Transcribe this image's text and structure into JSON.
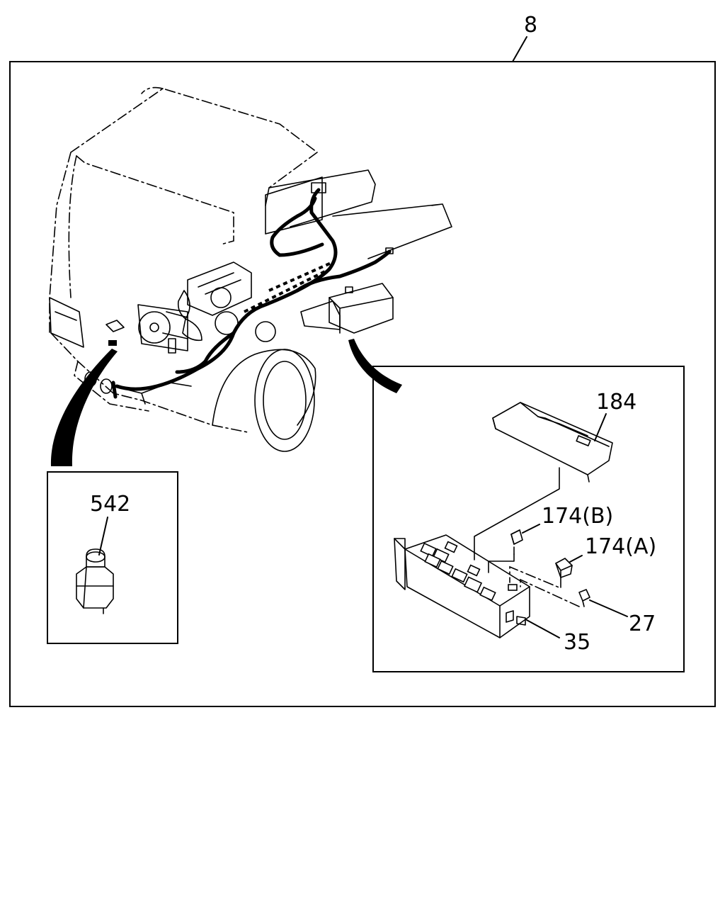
{
  "callouts": {
    "main_assembly": "8",
    "relay_box_cover": "184",
    "relay_b": "174(B)",
    "relay_a": "174(A)",
    "connector": "27",
    "relay_box": "35",
    "reservoir": "542"
  }
}
